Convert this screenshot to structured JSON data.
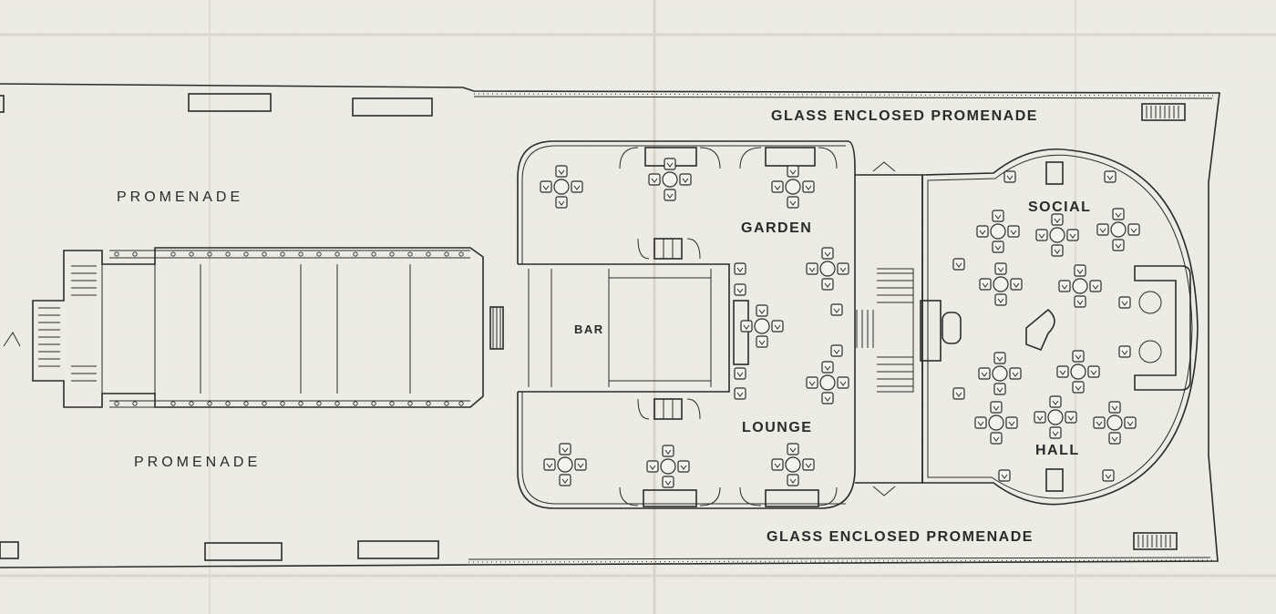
{
  "labels": {
    "promenade_top": "PROMENADE",
    "promenade_bottom": "PROMENADE",
    "glass_top": "GLASS ENCLOSED PROMENADE",
    "glass_bottom": "GLASS ENCLOSED PROMENADE",
    "bar": "BAR",
    "garden": "GARDEN",
    "lounge": "LOUNGE",
    "social": "SOCIAL",
    "hall": "HALL"
  },
  "colors": {
    "paper": "#ecebe4",
    "ink": "#2b2b2b",
    "fold": "#d6d4cb"
  }
}
